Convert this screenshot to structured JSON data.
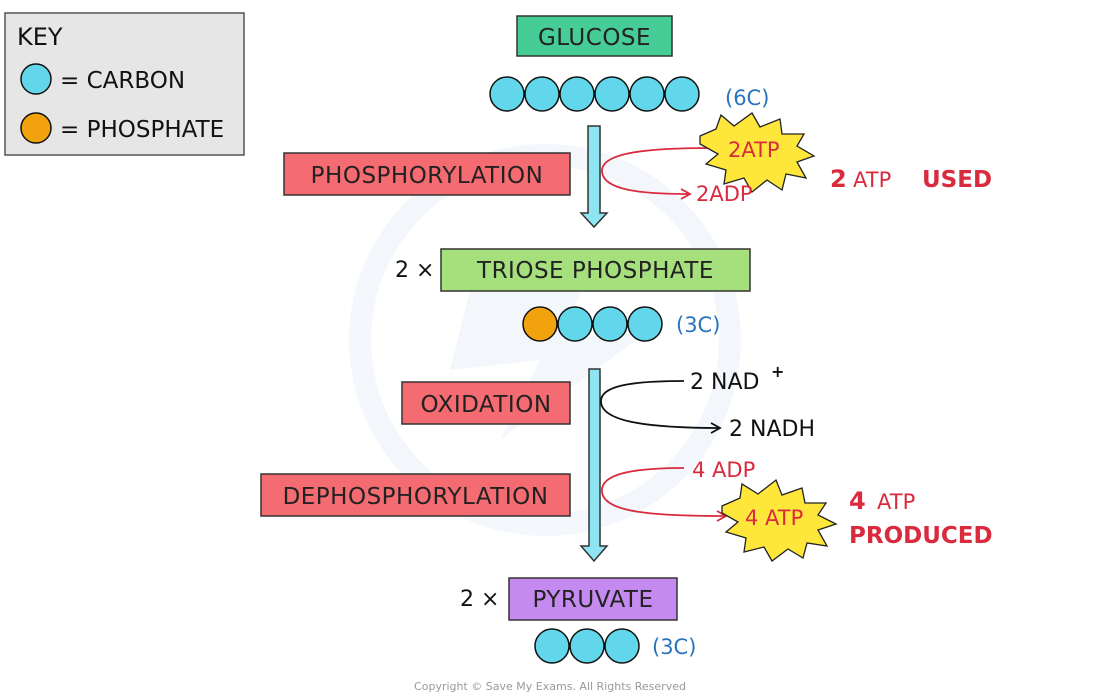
{
  "colors": {
    "carbon": "#62d6ea",
    "phosphate": "#f2a20c",
    "glucose_box": "#46cc95",
    "process_box": "#f46b71",
    "triose_box": "#a6e07c",
    "pyruvate_box": "#c58af0",
    "key_box": "#e6e6e6",
    "arrow_fill": "#8fe4f2",
    "atp_star": "#ffe63a",
    "red_text": "#d92a3e",
    "blue_text": "#2a74bf"
  },
  "key": {
    "title": "KEY",
    "carbon": "= CARBON",
    "phosphate": "= PHOSPHATE"
  },
  "molecules": {
    "glucose": {
      "label": "GLUCOSE",
      "carbons": "(6C)"
    },
    "triose": {
      "multiplier": "2 ×",
      "label": "TRIOSE  PHOSPHATE",
      "carbons": "(3C)"
    },
    "pyruvate": {
      "multiplier": "2 ×",
      "label": "PYRUVATE",
      "carbons": "(3C)"
    }
  },
  "steps": {
    "phosphorylation": "PHOSPHORYLATION",
    "oxidation": "OXIDATION",
    "dephosphorylation": "DEPHOSPHORYLATION"
  },
  "reactions": {
    "atp_in": "2ATP",
    "adp_out": "2ADP",
    "nad_in": "2 NAD",
    "nad_sup": "+",
    "nadh_out": "2 NADH",
    "adp_in": "4 ADP",
    "atp_out": "4 ATP"
  },
  "notes": {
    "used_num": "2",
    "used_atp": "ATP",
    "used_word": "USED",
    "produced_num": "4",
    "produced_atp": "ATP",
    "produced_word": "PRODUCED"
  },
  "footer": {
    "copyright": "Copyright © Save My Exams. All Rights Reserved"
  }
}
